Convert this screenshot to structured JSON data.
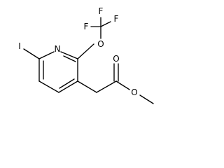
{
  "molecule": {
    "atoms": {
      "iodine": "I",
      "ring_nitrogen": "N",
      "ether_oxygen": "O",
      "fluorine_left": "F",
      "fluorine_top": "F",
      "fluorine_right": "F",
      "carbonyl_oxygen": "O",
      "ester_oxygen": "O"
    }
  }
}
